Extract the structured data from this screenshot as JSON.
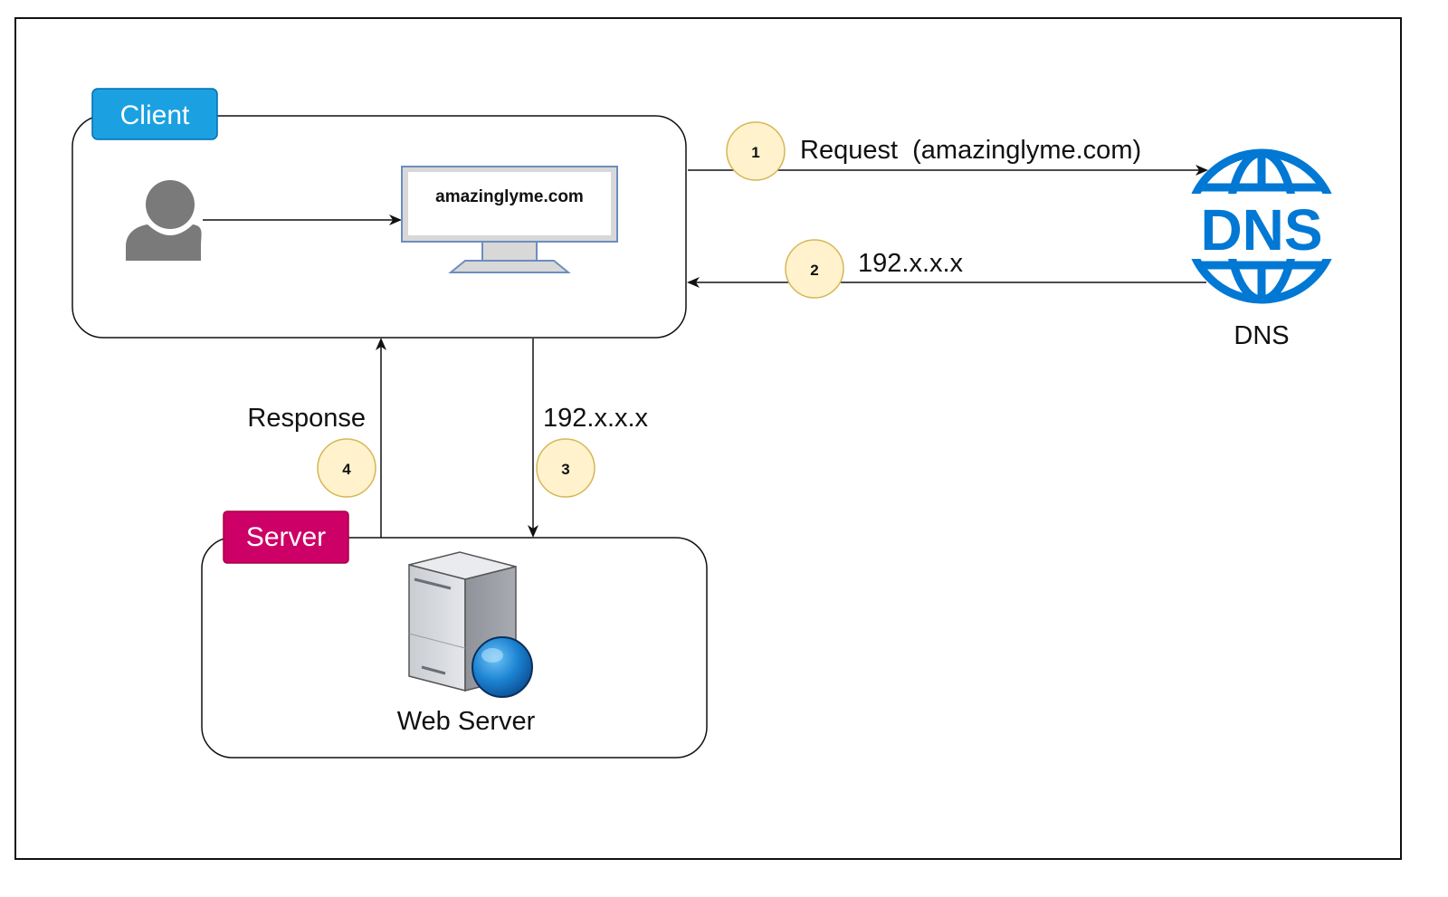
{
  "client": {
    "tag": "Client",
    "screen_url": "amazinglyme.com"
  },
  "server": {
    "tag": "Server",
    "name": "Web Server"
  },
  "dns": {
    "icon_text": "DNS",
    "name": "DNS"
  },
  "steps": [
    {
      "number": "1",
      "label": "Request  (amazinglyme.com)"
    },
    {
      "number": "2",
      "label": "192.x.x.x"
    },
    {
      "number": "3",
      "label": "192.x.x.x"
    },
    {
      "number": "4",
      "label": "Response"
    }
  ],
  "colors": {
    "client_tag": "#1ba1e2",
    "server_tag": "#cc0066",
    "step_badge": "#fff2cc",
    "step_badge_border": "#d6b656",
    "dns_icon": "#0078d4",
    "monitor_frame": "#6c8ebf",
    "user_icon": "#7a7a7a"
  },
  "icons": [
    "user-icon",
    "monitor-icon",
    "dns-globe-icon",
    "web-server-icon"
  ]
}
